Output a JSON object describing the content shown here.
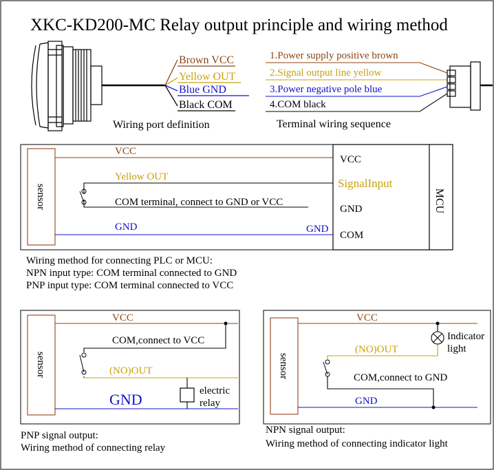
{
  "title": "XKC-KD200-MC Relay output principle and wiring method",
  "colors": {
    "brown": "#8B4513",
    "yellow": "#C9A10A",
    "blue": "#1010CC",
    "black": "#000000",
    "box_brown": "#A0522D"
  },
  "wiring_port": {
    "wires": [
      "Brown VCC",
      "Yellow OUT",
      "Blue GND",
      "Black COM"
    ],
    "caption": "Wiring port definition"
  },
  "terminal": {
    "lines": [
      "1.Power supply positive brown",
      "2.Signal output line yellow",
      "3.Power negative pole blue",
      "4.COM  black"
    ],
    "caption": "Terminal wiring sequence"
  },
  "mcu_diagram": {
    "sensor_label": "sensor",
    "vcc": "VCC",
    "yellow_out": "Yellow OUT",
    "com_note": "COM terminal, connect to GND or VCC",
    "gnd_left": "GND",
    "gnd_right": "GND",
    "mcu_pins": [
      "VCC",
      "SignalInput",
      "GND",
      "COM"
    ],
    "mcu_label": "MCU",
    "notes": [
      "Wiring method for connecting PLC or MCU:",
      "NPN input type: COM terminal connected to GND",
      "PNP input type: COM terminal connected to VCC"
    ]
  },
  "pnp_diagram": {
    "sensor_label": "sensor",
    "vcc": "VCC",
    "com_note": "COM,connect to VCC",
    "no_out": "(NO)OUT",
    "gnd": "GND",
    "relay_label": [
      "electric",
      "relay"
    ],
    "captions": [
      "PNP signal output:",
      "Wiring method of connecting relay"
    ]
  },
  "npn_diagram": {
    "sensor_label": "sensor",
    "vcc": "VCC",
    "no_out": "(NO)OUT",
    "com_note": "COM,connect to GND",
    "gnd": "GND",
    "indicator_label": [
      "Indicator",
      "light"
    ],
    "captions": [
      "NPN signal output:",
      "Wiring method of connecting indicator light"
    ]
  }
}
